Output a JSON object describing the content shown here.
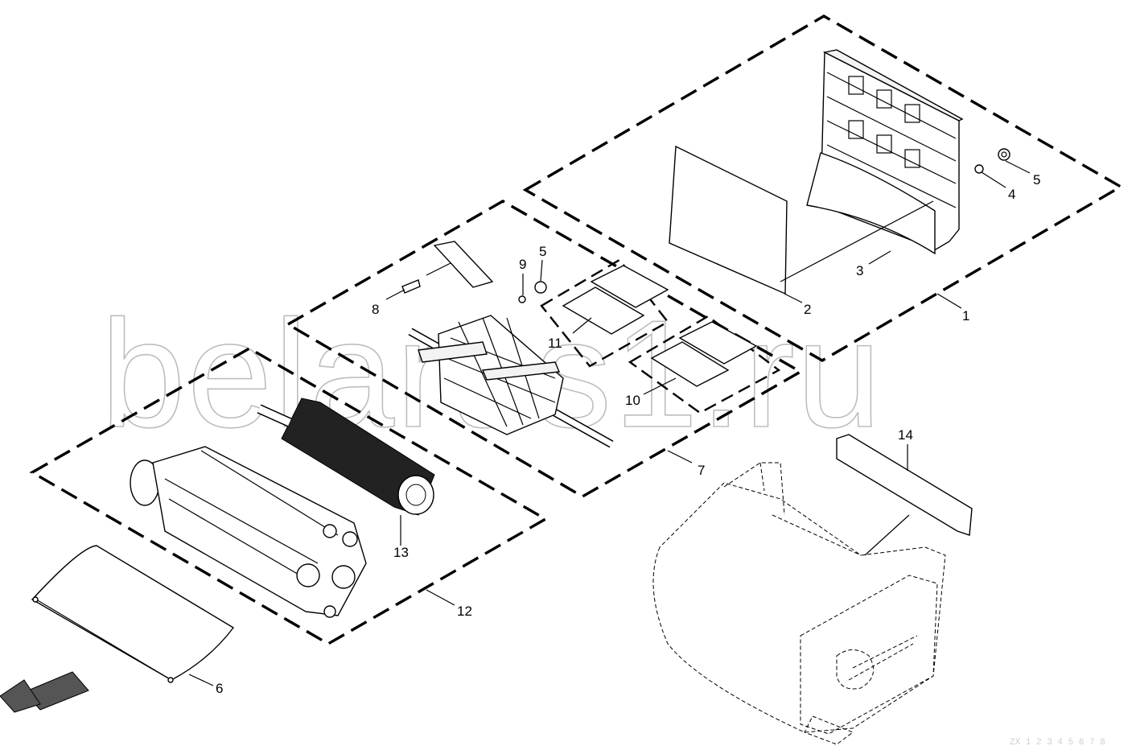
{
  "watermark": "belarus1.ru",
  "callouts": [
    {
      "id": "c1",
      "text": "1"
    },
    {
      "id": "c2",
      "text": "2"
    },
    {
      "id": "c3",
      "text": "3"
    },
    {
      "id": "c4",
      "text": "4"
    },
    {
      "id": "c5a",
      "text": "5"
    },
    {
      "id": "c5b",
      "text": "5"
    },
    {
      "id": "c6",
      "text": "6"
    },
    {
      "id": "c7",
      "text": "7"
    },
    {
      "id": "c8",
      "text": "8"
    },
    {
      "id": "c9",
      "text": "9"
    },
    {
      "id": "c10",
      "text": "10"
    },
    {
      "id": "c11",
      "text": "11"
    },
    {
      "id": "c12",
      "text": "12"
    },
    {
      "id": "c13",
      "text": "13"
    },
    {
      "id": "c14",
      "text": "14"
    }
  ],
  "footer_code": "ZX 1 2 3 4 5 6 7 8",
  "colors": {
    "line": "#000000",
    "watermark": "#bdbdbd",
    "background": "#ffffff"
  }
}
